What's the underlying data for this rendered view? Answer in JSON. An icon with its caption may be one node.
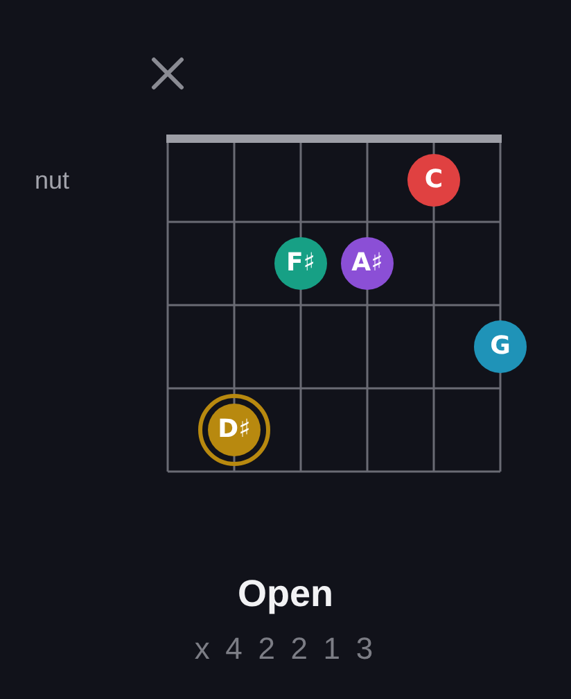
{
  "diagram": {
    "title": "Open",
    "nodes": [
      {
        "text": [
          "C"
        ]
      },
      {
        "text": [
          "F♯"
        ]
      },
      {
        "text": [
          "A♯"
        ]
      },
      {
        "text": [
          "G"
        ]
      },
      {
        "text": [
          "D♯"
        ]
      }
    ],
    "edges": [],
    "labels": [
      "nut",
      "x 4 2 2 1 3"
    ]
  }
}
